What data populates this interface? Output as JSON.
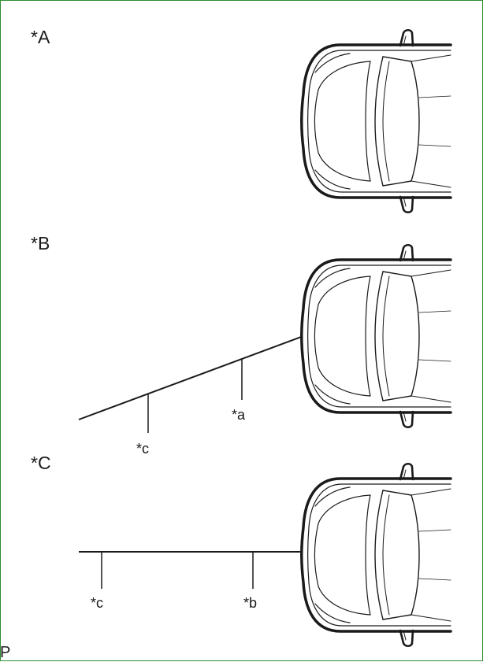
{
  "colors": {
    "border": "#2e8b2e",
    "line": "#1a1a1a"
  },
  "panels": [
    {
      "label": "*A"
    },
    {
      "label": "*B",
      "callouts": [
        "*a",
        "*c"
      ]
    },
    {
      "label": "*C",
      "callouts": [
        "*b",
        "*c"
      ]
    }
  ],
  "corner_text": "P"
}
